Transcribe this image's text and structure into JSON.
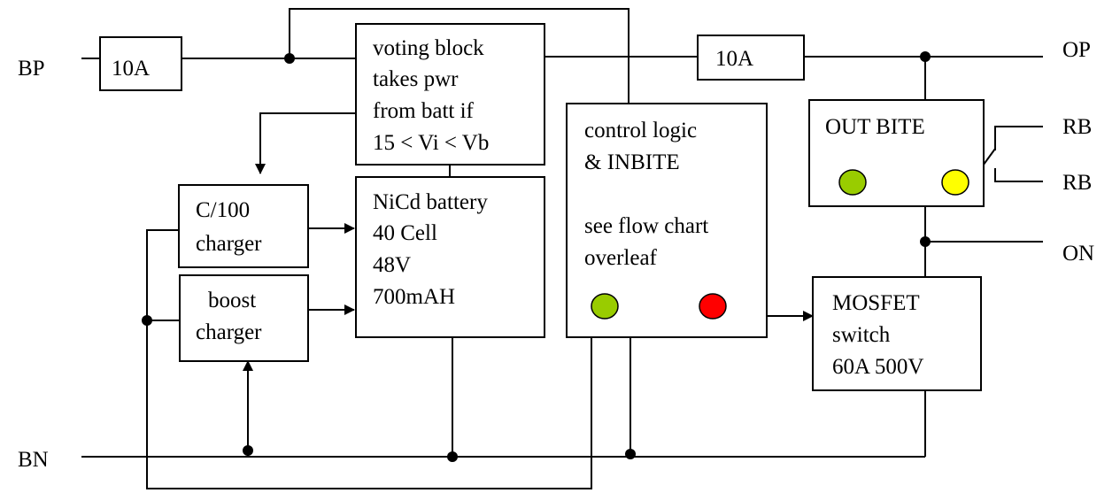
{
  "terminals": {
    "bp": "BP",
    "op": "OP",
    "rb_top": "RB",
    "rb_bottom": "RB",
    "on": "ON",
    "bn": "BN"
  },
  "fuses": {
    "input": "10A",
    "output": "10A"
  },
  "voting_block": {
    "lines": [
      "voting block",
      "takes pwr",
      "from batt if",
      "15 < Vi < Vb"
    ]
  },
  "charger_c100": {
    "lines": [
      "C/100",
      "charger"
    ]
  },
  "boost_charger": {
    "lines": [
      "boost",
      "charger"
    ]
  },
  "battery": {
    "lines": [
      "NiCd battery",
      "40 Cell",
      "48V",
      "700mAH"
    ]
  },
  "control_logic": {
    "lines": [
      "control logic",
      "& INBITE",
      "see flow chart",
      "overleaf"
    ]
  },
  "out_bite": {
    "label": "OUT BITE"
  },
  "mosfet": {
    "lines": [
      "MOSFET",
      "switch",
      "60A 500V"
    ]
  },
  "colors": {
    "led_green": "#99cc00",
    "led_red": "#ff0000",
    "led_yellow": "#ffff00",
    "line": "#000000"
  }
}
